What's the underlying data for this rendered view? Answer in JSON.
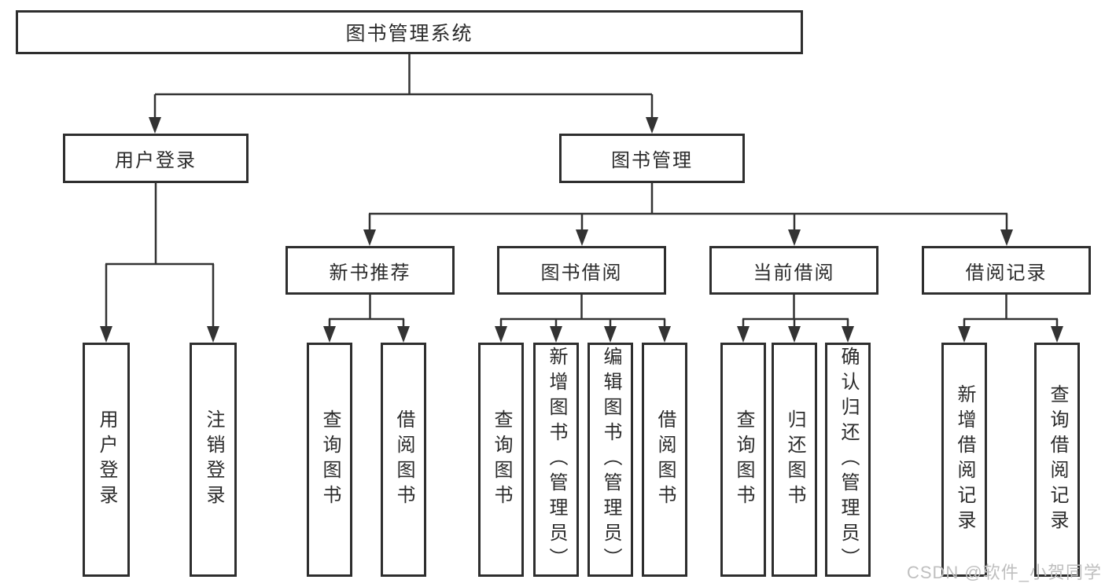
{
  "diagram": {
    "title": "图书管理系统",
    "root": {
      "label": "图书管理系统"
    },
    "user_login": {
      "label": "用户登录",
      "children": [
        {
          "label": "用户登录"
        },
        {
          "label": "注销登录"
        }
      ]
    },
    "book_mgmt": {
      "label": "图书管理",
      "children": [
        {
          "label": "新书推荐",
          "children": [
            {
              "label": "查询图书"
            },
            {
              "label": "借阅图书"
            }
          ]
        },
        {
          "label": "图书借阅",
          "children": [
            {
              "label": "查询图书"
            },
            {
              "label": "新增图书（管理员）"
            },
            {
              "label": "编辑图书（管理员）"
            },
            {
              "label": "借阅图书"
            }
          ]
        },
        {
          "label": "当前借阅",
          "children": [
            {
              "label": "查询图书"
            },
            {
              "label": "归还图书"
            },
            {
              "label": "确认归还（管理员）"
            }
          ]
        },
        {
          "label": "借阅记录",
          "children": [
            {
              "label": "新增借阅记录"
            },
            {
              "label": "查询借阅记录"
            }
          ]
        }
      ]
    },
    "watermark": "CSDN @软件_小贺同学",
    "colors": {
      "line": "#333333",
      "box_border": "#2e2e2e",
      "text": "#2b2b2b",
      "background": "#ffffff",
      "watermark": "#bfbfbf"
    }
  }
}
